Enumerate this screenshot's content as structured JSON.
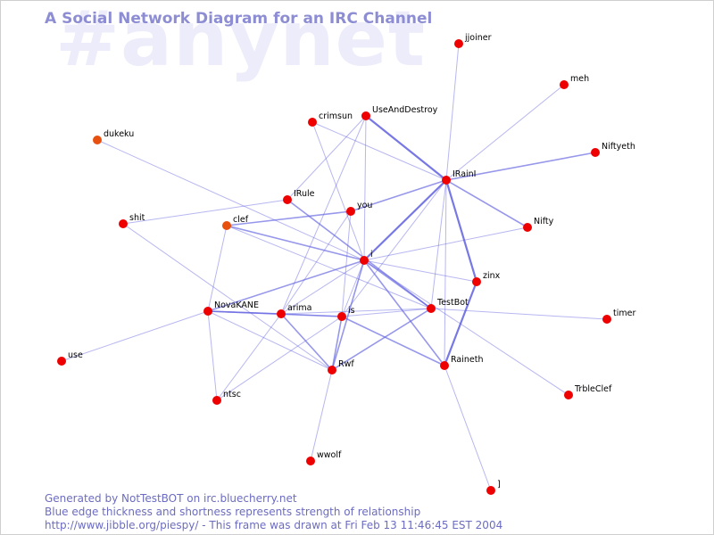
{
  "watermark": "#anynet",
  "title": "A Social Network Diagram for an IRC Channel",
  "footer": {
    "line1": "Generated by NotTestBOT on irc.bluecherry.net",
    "line2": "Blue edge thickness and shortness represents strength of relationship",
    "line3": "http://www.jibble.org/piespy/ - This frame was drawn at Fri Feb 13 11:46:45 EST 2004"
  },
  "colors": {
    "node": "#ee0000",
    "node_highlight": "#e85010",
    "edge": "#6060e0",
    "title": "#8d8dd4",
    "watermark": "#ececfb"
  },
  "graph": {
    "nodes": [
      {
        "id": "jjoiner",
        "label": "jjoiner"
      },
      {
        "id": "meh",
        "label": "meh"
      },
      {
        "id": "Niftyeth",
        "label": "Niftyeth"
      },
      {
        "id": "crimsun",
        "label": "crimsun"
      },
      {
        "id": "UseAndDestroy",
        "label": "UseAndDestroy"
      },
      {
        "id": "dukeku",
        "label": "dukeku",
        "highlight": true
      },
      {
        "id": "IRainI",
        "label": "IRainI"
      },
      {
        "id": "IRule",
        "label": "IRule"
      },
      {
        "id": "you",
        "label": "you"
      },
      {
        "id": "shit",
        "label": "shit"
      },
      {
        "id": "clef",
        "label": "clef",
        "highlight": true
      },
      {
        "id": "Nifty",
        "label": "Nifty"
      },
      {
        "id": "i",
        "label": "i"
      },
      {
        "id": "zinx",
        "label": "zinx"
      },
      {
        "id": "NovaKANE",
        "label": "NovaKANE"
      },
      {
        "id": "arima",
        "label": "arima"
      },
      {
        "id": "is",
        "label": "is"
      },
      {
        "id": "TestBot",
        "label": "TestBot"
      },
      {
        "id": "timer",
        "label": "timer"
      },
      {
        "id": "use",
        "label": "use"
      },
      {
        "id": "Rwf",
        "label": "Rwf"
      },
      {
        "id": "Raineth",
        "label": "Raineth"
      },
      {
        "id": "ntsc",
        "label": "ntsc"
      },
      {
        "id": "TrbleClef",
        "label": "TrbleClef"
      },
      {
        "id": "wwolf",
        "label": "wwolf"
      },
      {
        "id": "]",
        "label": "]"
      }
    ],
    "edges": [
      {
        "from": "jjoiner",
        "to": "IRainI",
        "strength": 1
      },
      {
        "from": "meh",
        "to": "IRainI",
        "strength": 1
      },
      {
        "from": "Niftyeth",
        "to": "IRainI",
        "strength": 2
      },
      {
        "from": "Nifty",
        "to": "IRainI",
        "strength": 2
      },
      {
        "from": "UseAndDestroy",
        "to": "IRainI",
        "strength": 3
      },
      {
        "from": "IRainI",
        "to": "zinx",
        "strength": 3
      },
      {
        "from": "IRainI",
        "to": "i",
        "strength": 3
      },
      {
        "from": "IRainI",
        "to": "you",
        "strength": 2
      },
      {
        "from": "IRainI",
        "to": "is",
        "strength": 1
      },
      {
        "from": "IRainI",
        "to": "TestBot",
        "strength": 1
      },
      {
        "from": "IRainI",
        "to": "Raineth",
        "strength": 1
      },
      {
        "from": "zinx",
        "to": "Raineth",
        "strength": 3
      },
      {
        "from": "zinx",
        "to": "i",
        "strength": 1
      },
      {
        "from": "crimsun",
        "to": "IRainI",
        "strength": 1
      },
      {
        "from": "crimsun",
        "to": "i",
        "strength": 1
      },
      {
        "from": "UseAndDestroy",
        "to": "IRule",
        "strength": 1
      },
      {
        "from": "UseAndDestroy",
        "to": "i",
        "strength": 1
      },
      {
        "from": "UseAndDestroy",
        "to": "arima",
        "strength": 1
      },
      {
        "from": "dukeku",
        "to": "i",
        "strength": 1
      },
      {
        "from": "IRule",
        "to": "shit",
        "strength": 1
      },
      {
        "from": "IRule",
        "to": "TestBot",
        "strength": 2
      },
      {
        "from": "you",
        "to": "clef",
        "strength": 2
      },
      {
        "from": "you",
        "to": "is",
        "strength": 1
      },
      {
        "from": "you",
        "to": "arima",
        "strength": 1
      },
      {
        "from": "clef",
        "to": "i",
        "strength": 2
      },
      {
        "from": "clef",
        "to": "NovaKANE",
        "strength": 1
      },
      {
        "from": "clef",
        "to": "TestBot",
        "strength": 1
      },
      {
        "from": "shit",
        "to": "Rwf",
        "strength": 1
      },
      {
        "from": "Nifty",
        "to": "i",
        "strength": 1
      },
      {
        "from": "i",
        "to": "NovaKANE",
        "strength": 2
      },
      {
        "from": "i",
        "to": "TestBot",
        "strength": 2
      },
      {
        "from": "i",
        "to": "Raineth",
        "strength": 2
      },
      {
        "from": "i",
        "to": "is",
        "strength": 1
      },
      {
        "from": "i",
        "to": "Rwf",
        "strength": 2
      },
      {
        "from": "i",
        "to": "arima",
        "strength": 1
      },
      {
        "from": "i",
        "to": "TrbleClef",
        "strength": 1
      },
      {
        "from": "NovaKANE",
        "to": "arima",
        "strength": 2
      },
      {
        "from": "NovaKANE",
        "to": "is",
        "strength": 2
      },
      {
        "from": "NovaKANE",
        "to": "Rwf",
        "strength": 1
      },
      {
        "from": "NovaKANE",
        "to": "ntsc",
        "strength": 1
      },
      {
        "from": "NovaKANE",
        "to": "use",
        "strength": 1
      },
      {
        "from": "arima",
        "to": "Rwf",
        "strength": 2
      },
      {
        "from": "arima",
        "to": "is",
        "strength": 1
      },
      {
        "from": "arima",
        "to": "ntsc",
        "strength": 1
      },
      {
        "from": "arima",
        "to": "TestBot",
        "strength": 1
      },
      {
        "from": "is",
        "to": "TestBot",
        "strength": 1
      },
      {
        "from": "is",
        "to": "Raineth",
        "strength": 2
      },
      {
        "from": "is",
        "to": "Rwf",
        "strength": 2
      },
      {
        "from": "is",
        "to": "ntsc",
        "strength": 1
      },
      {
        "from": "TestBot",
        "to": "Rwf",
        "strength": 2
      },
      {
        "from": "TestBot",
        "to": "timer",
        "strength": 1
      },
      {
        "from": "Rwf",
        "to": "wwolf",
        "strength": 1
      },
      {
        "from": "Raineth",
        "to": "]",
        "strength": 1
      }
    ]
  }
}
